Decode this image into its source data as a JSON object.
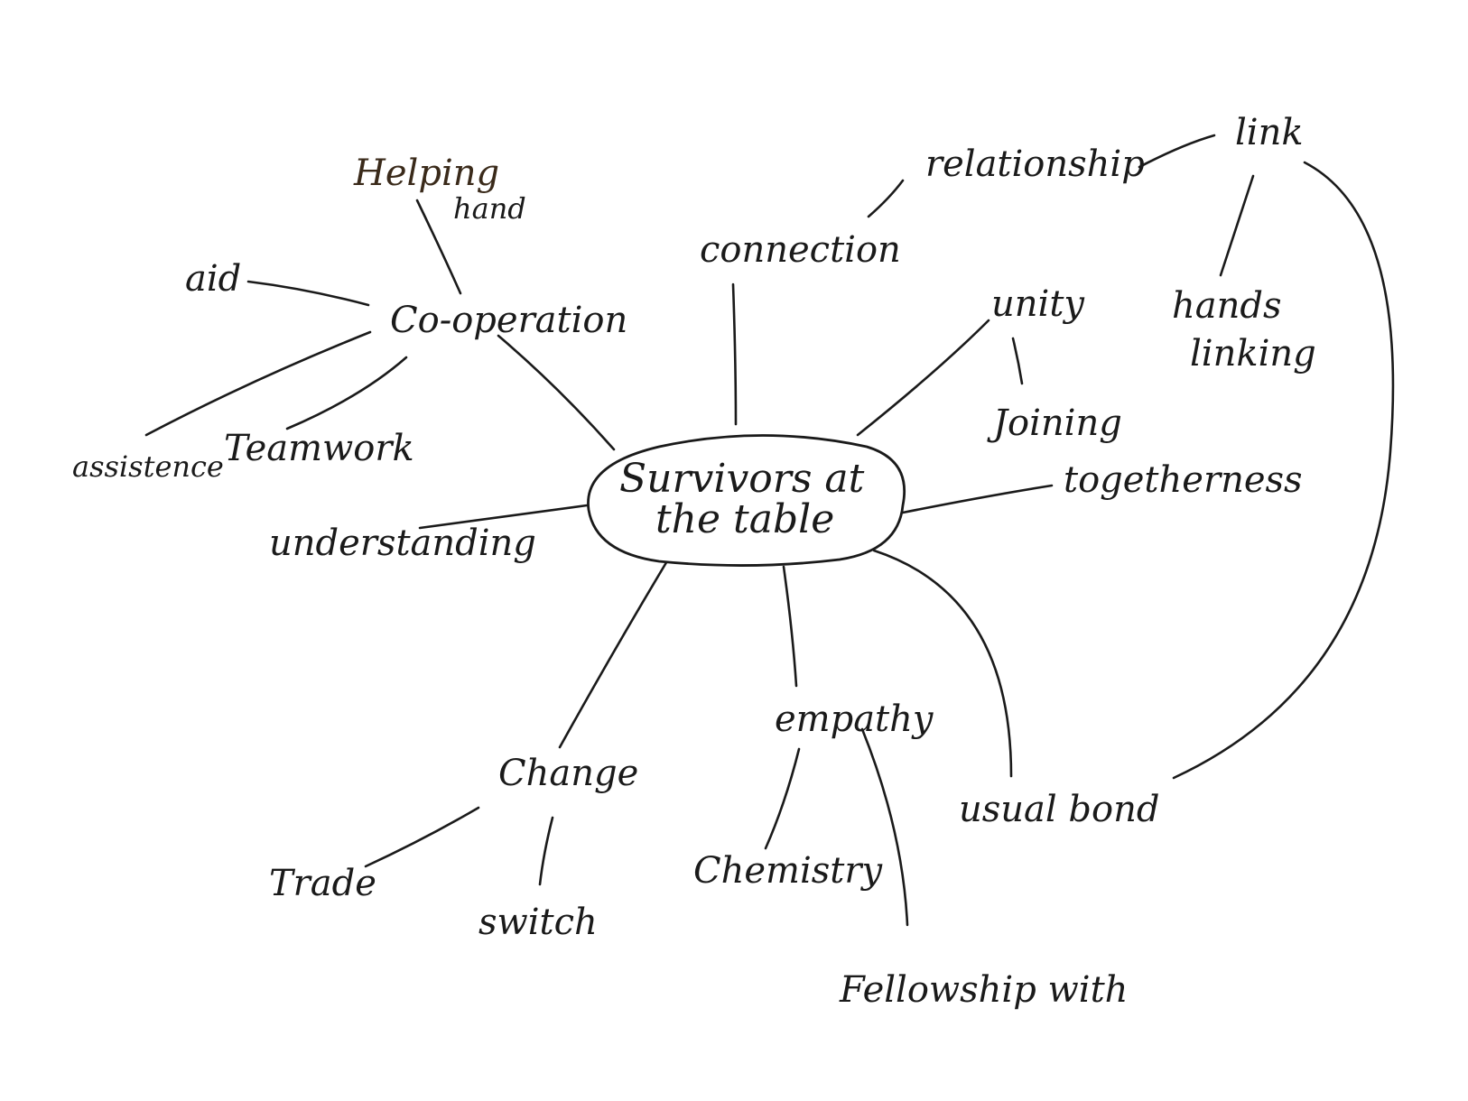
{
  "center": {
    "line1": "Survivors at",
    "line2": "the table"
  },
  "nodes": {
    "cooperation": "Co-operation",
    "helping": "Helping",
    "hand": "hand",
    "aid": "aid",
    "assistence": "assistence",
    "teamwork": "Teamwork",
    "understanding": "understanding",
    "connection": "connection",
    "relationship": "relationship",
    "link": "link",
    "hands": "hands",
    "linking": "linking",
    "unity": "unity",
    "joining": "Joining",
    "togetherness": "togetherness",
    "change": "Change",
    "trade": "Trade",
    "switch": "switch",
    "empathy": "empathy",
    "chemistry": "Chemistry",
    "fellowship": "Fellowship with",
    "mutual_bond": "usual bond"
  }
}
